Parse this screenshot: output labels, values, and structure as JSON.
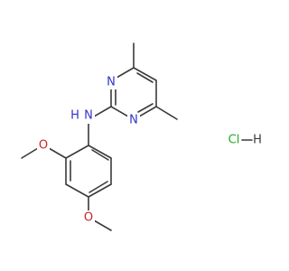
{
  "colors": {
    "bond": "#3a3a3a",
    "nitrogen": "#3333cc",
    "oxygen": "#cc2222",
    "chlorine": "#22aa22",
    "background": "#ffffff"
  },
  "molecule": {
    "atoms": {
      "n_ring_top": "N",
      "n_ring_bottom": "N",
      "nh_amine": "N",
      "nh_hydrogen": "H",
      "o_upper": "O",
      "o_lower": "O"
    },
    "salt": {
      "cl": "Cl",
      "h": "H"
    }
  }
}
